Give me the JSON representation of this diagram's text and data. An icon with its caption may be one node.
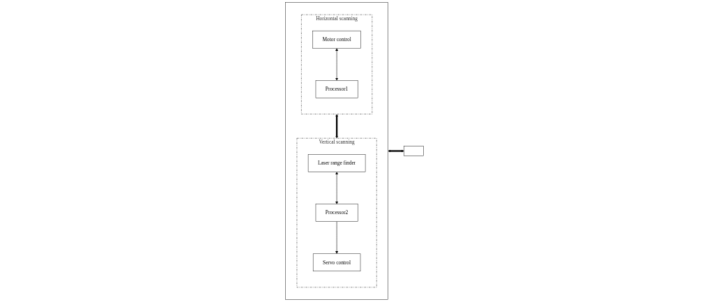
{
  "diagram": {
    "nodes": [
      {
        "text": [],
        "shape": "box"
      },
      {
        "text": [
          "Horizontal scanning"
        ],
        "in": 0
      },
      {
        "text": [
          "Motor control"
        ],
        "in": 1
      },
      {
        "text": [
          "Processor1"
        ],
        "in": 1
      },
      {
        "text": [
          "Vertical scanning"
        ],
        "in": 0
      },
      {
        "text": [
          "Laser range finder"
        ],
        "in": 4
      },
      {
        "text": [
          "Processor2"
        ],
        "in": 4
      },
      {
        "text": [
          "Servo control"
        ],
        "in": 4
      },
      {
        "text": [],
        "shape": "box"
      }
    ],
    "edges": [
      {
        "from": 2,
        "to": 3,
        "arrow": "both"
      },
      {
        "from": 1,
        "to": 4,
        "arrow": "both",
        "style": "thick"
      },
      {
        "from": 5,
        "to": 6,
        "arrow": "both"
      },
      {
        "from": 6,
        "to": 7,
        "arrow": "to"
      },
      {
        "from": 0,
        "to": 8,
        "arrow": "both",
        "style": "thick"
      }
    ]
  }
}
